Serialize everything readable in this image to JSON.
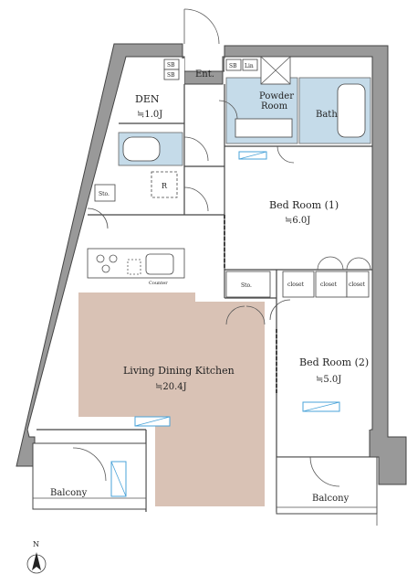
{
  "rooms": {
    "den": {
      "name": "DEN",
      "size": "≒1.0J"
    },
    "entrance": {
      "name": "Ent."
    },
    "powder": {
      "name1": "Powder",
      "name2": "Room"
    },
    "bath": {
      "name": "Bath"
    },
    "bed1": {
      "name": "Bed Room (1)",
      "size": "≒6.0J"
    },
    "bed2": {
      "name": "Bed Room (2)",
      "size": "≒5.0J"
    },
    "ldk": {
      "name": "Living Dining Kitchen",
      "size": "≒20.4J"
    },
    "balcony_left": {
      "name": "Balcony"
    },
    "balcony_right": {
      "name": "Balcony"
    }
  },
  "small_labels": {
    "sb_1": "SB",
    "sb_2": "SB",
    "sb_3": "SB",
    "lin": "Lin",
    "sto_left": "Sto.",
    "sto_mid": "Sto.",
    "r": "R",
    "closet_1": "closet",
    "closet_2": "closet",
    "closet_3": "closet",
    "counter": "Counter"
  },
  "compass": {
    "north": "N"
  },
  "colors": {
    "wall": "#999999",
    "ldk_floor": "#d9c2b5",
    "wet_area": "#c5dbe9",
    "window": "#4aa3d8"
  }
}
